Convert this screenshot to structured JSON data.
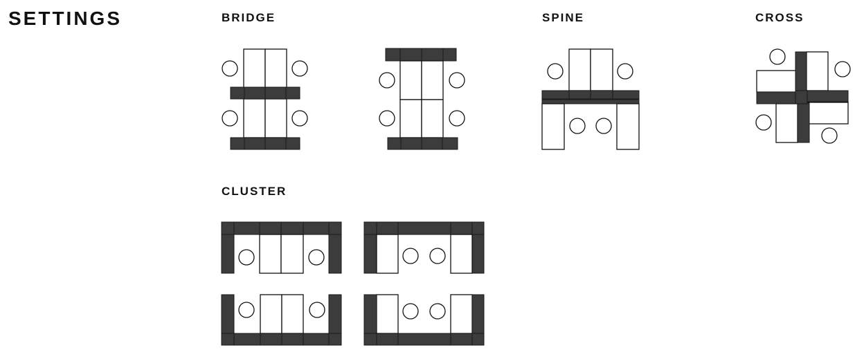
{
  "page": {
    "title": "SETTINGS"
  },
  "settings": {
    "bridge": "BRIDGE",
    "spine": "SPINE",
    "cross": "CROSS",
    "cluster": "CLUSTER"
  },
  "colors": {
    "panel": "#3c3c3c",
    "desk": "#ffffff",
    "line": "#111111"
  }
}
